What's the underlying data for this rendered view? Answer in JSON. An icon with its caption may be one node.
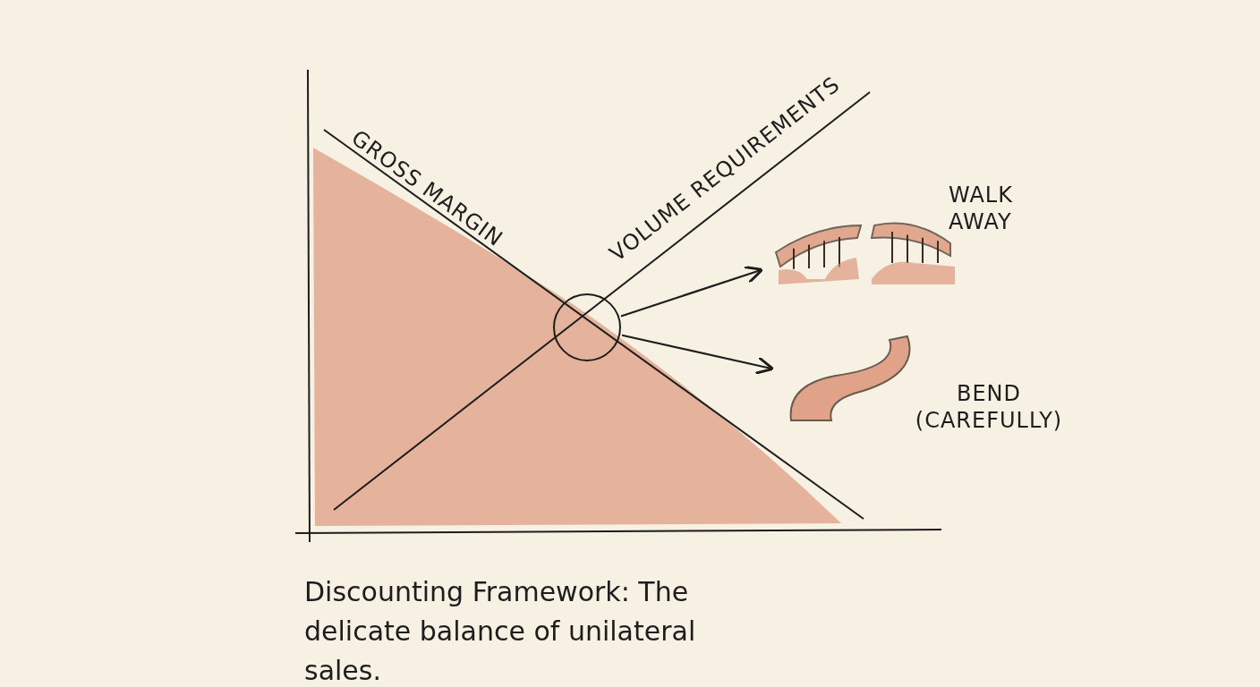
{
  "diagram": {
    "caption": "Discounting Framework: The delicate balance of unilateral sales.",
    "nodes": [
      {
        "text": [],
        "shape": "circle"
      },
      {
        "text": [],
        "shape": "picture",
        "beside": [
          "WALK AWAY"
        ]
      },
      {
        "text": [],
        "shape": "picture",
        "beside": [
          "BEND (CAREFULLY)"
        ]
      }
    ],
    "edges": [
      {
        "from": 0,
        "to": 1,
        "arrow": "to"
      },
      {
        "from": 0,
        "to": 2,
        "arrow": "to"
      }
    ],
    "labels": [
      "GROSS MARGIN",
      "VOLUME REQUIREMENTS"
    ]
  }
}
